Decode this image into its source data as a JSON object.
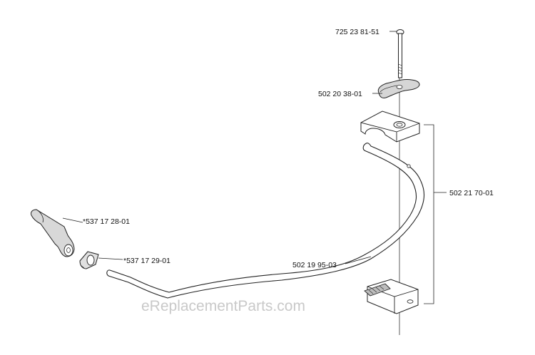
{
  "parts": {
    "bolt": "725 23 81-51",
    "knob": "502 20 38-01",
    "clamp_kit": "502 21 70-01",
    "handle_bar": "502 19 95-03",
    "grip_left": "*537 17 28-01",
    "grip_ring": "*537 17 29-01"
  },
  "watermark": "eReplacementParts.com"
}
